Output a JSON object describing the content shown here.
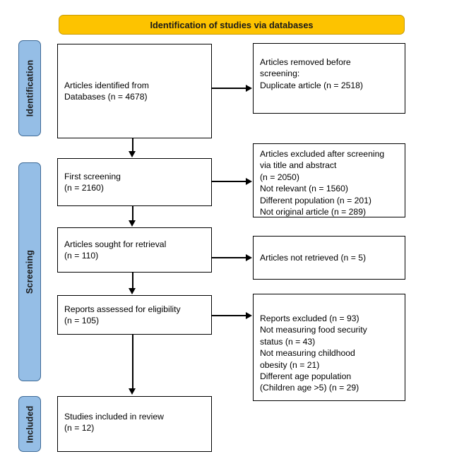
{
  "diagram": {
    "type": "prisma-flow-diagram",
    "banner": {
      "title": "Identification of studies via databases",
      "color": "#FDC300"
    },
    "phases": [
      {
        "id": "identification",
        "label": "Identification",
        "color": "#95BEE6"
      },
      {
        "id": "screening",
        "label": "Screening",
        "color": "#95BEE6"
      },
      {
        "id": "included",
        "label": "Included",
        "color": "#95BEE6"
      }
    ],
    "nodes": {
      "identified": {
        "text": "Articles identified from\n     Databases (n = 4678)",
        "count": 4678
      },
      "removed": {
        "text": "Articles removed before\nscreening:\nDuplicate article (n = 2518)",
        "count": 2518
      },
      "first_screening": {
        "text": "First screening\n(n = 2160)",
        "count": 2160
      },
      "excluded_screening": {
        "text": "Articles excluded after screening\nvia title and abstract\n(n = 2050)\nNot relevant (n = 1560)\nDifferent population (n = 201)\nNot original article (n = 289)",
        "count": 2050
      },
      "sought_retrieval": {
        "text": "Articles sought for retrieval\n(n = 110)",
        "count": 110
      },
      "not_retrieved": {
        "text": "Articles not retrieved (n = 5)",
        "count": 5
      },
      "assessed_eligibility": {
        "text": "Reports assessed for eligibility\n(n = 105)",
        "count": 105
      },
      "reports_excluded": {
        "text": "Reports excluded (n = 93)\n     Not measuring food security\n     status (n = 43)\n     Not measuring childhood\n     obesity (n = 21)\n     Different age population\n     (Children age >5) (n = 29)",
        "count": 93
      },
      "included_review": {
        "text": "Studies included in review\n(n = 12)",
        "count": 12
      }
    }
  }
}
